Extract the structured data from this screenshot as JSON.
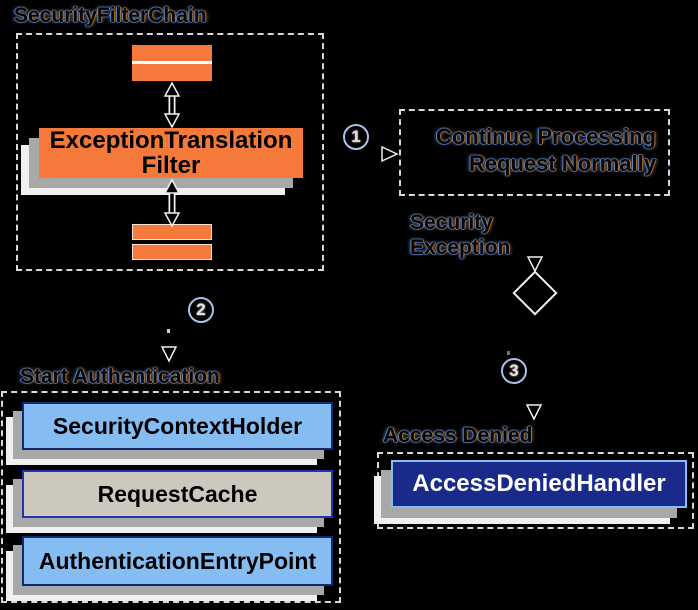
{
  "colors": {
    "background": "#000000",
    "orange": "#f4793b",
    "light_blue": "#85bcf2",
    "tan_gray": "#ccc8bd",
    "navy": "#1a2a8a",
    "navy_border": "#142a70",
    "blue_border": "#2334b0",
    "shadow_gray": "#a8a8a8",
    "shadow_white": "#f0f0f0",
    "dash_border": "#d8d8d8"
  },
  "security_filter_chain": {
    "title": "SecurityFilterChain",
    "filter_box": {
      "line1": "ExceptionTranslation",
      "line2": "Filter"
    }
  },
  "steps": {
    "one": "1",
    "two": "2",
    "three": "3"
  },
  "continue_box": {
    "line1": "Continue Processing",
    "line2": "Request Normally"
  },
  "security_exception": {
    "line1": "Security",
    "line2": "Exception"
  },
  "start_authentication": {
    "title": "Start Authentication",
    "boxes": [
      "SecurityContextHolder",
      "RequestCache",
      "AuthenticationEntryPoint"
    ]
  },
  "access_denied": {
    "title": "Access Denied",
    "box": "AccessDeniedHandler"
  }
}
